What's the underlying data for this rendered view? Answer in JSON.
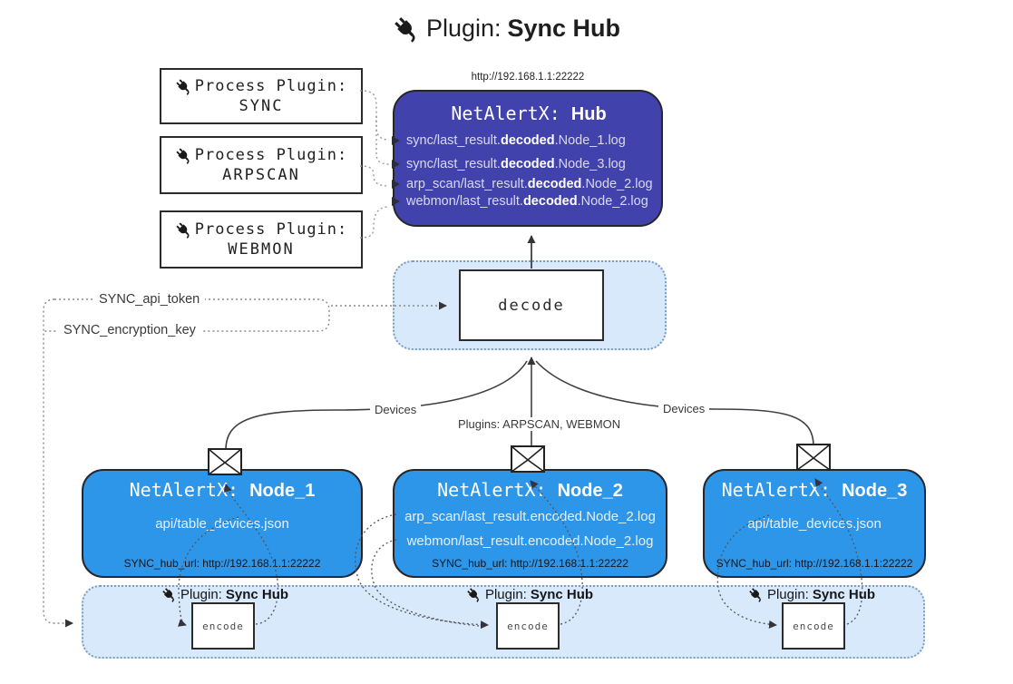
{
  "title": {
    "prefix": "Plugin: ",
    "bold": "Sync Hub"
  },
  "process_plugins": [
    {
      "label": "Process Plugin:",
      "name": "SYNC"
    },
    {
      "label": "Process Plugin:",
      "name": "ARPSCAN"
    },
    {
      "label": "Process Plugin:",
      "name": "WEBMON"
    }
  ],
  "hub": {
    "url": "http://192.168.1.1:22222",
    "title_prefix": "NetAlertX: ",
    "title_bold": "Hub",
    "lines": [
      {
        "pre": "sync/last_result.",
        "bold": "decoded",
        "post": ".Node_1.log"
      },
      {
        "pre": "sync/last_result.",
        "bold": "decoded",
        "post": ".Node_3.log"
      },
      {
        "pre": "arp_scan/last_result.",
        "bold": "decoded",
        "post": ".Node_2.log"
      },
      {
        "pre": "webmon/last_result.",
        "bold": "decoded",
        "post": ".Node_2.log"
      }
    ]
  },
  "decode_label": "decode",
  "config_keys": {
    "api_token": "SYNC_api_token",
    "encryption_key": "SYNC_encryption_key"
  },
  "edge_labels": {
    "left": "Devices",
    "center": "Plugins: ARPSCAN, WEBMON",
    "right": "Devices"
  },
  "nodes": [
    {
      "title_prefix": "NetAlertX: ",
      "title_bold": "Node_1",
      "lines": [
        "api/table_devices.json"
      ],
      "hub_url": "SYNC_hub_url: http://192.168.1.1:22222"
    },
    {
      "title_prefix": "NetAlertX: ",
      "title_bold": "Node_2",
      "lines": [
        "arp_scan/last_result.encoded.Node_2.log",
        "webmon/last_result.encoded.Node_2.log"
      ],
      "hub_url": "SYNC_hub_url: http://192.168.1.1:22222"
    },
    {
      "title_prefix": "NetAlertX: ",
      "title_bold": "Node_3",
      "lines": [
        "api/table_devices.json"
      ],
      "hub_url": "SYNC_hub_url: http://192.168.1.1:22222"
    }
  ],
  "encode_groups": [
    {
      "label_prefix": "Plugin: ",
      "label_bold": "Sync Hub",
      "box_label": "encode"
    },
    {
      "label_prefix": "Plugin: ",
      "label_bold": "Sync Hub",
      "box_label": "encode"
    },
    {
      "label_prefix": "Plugin: ",
      "label_bold": "Sync Hub",
      "box_label": "encode"
    }
  ],
  "colors": {
    "hub_fill": "#4242AD",
    "node_fill": "#2E96E8",
    "panel_fill": "#D7E9FB",
    "panel_border": "#7F9EBF",
    "box_border": "#2B2B2B"
  }
}
